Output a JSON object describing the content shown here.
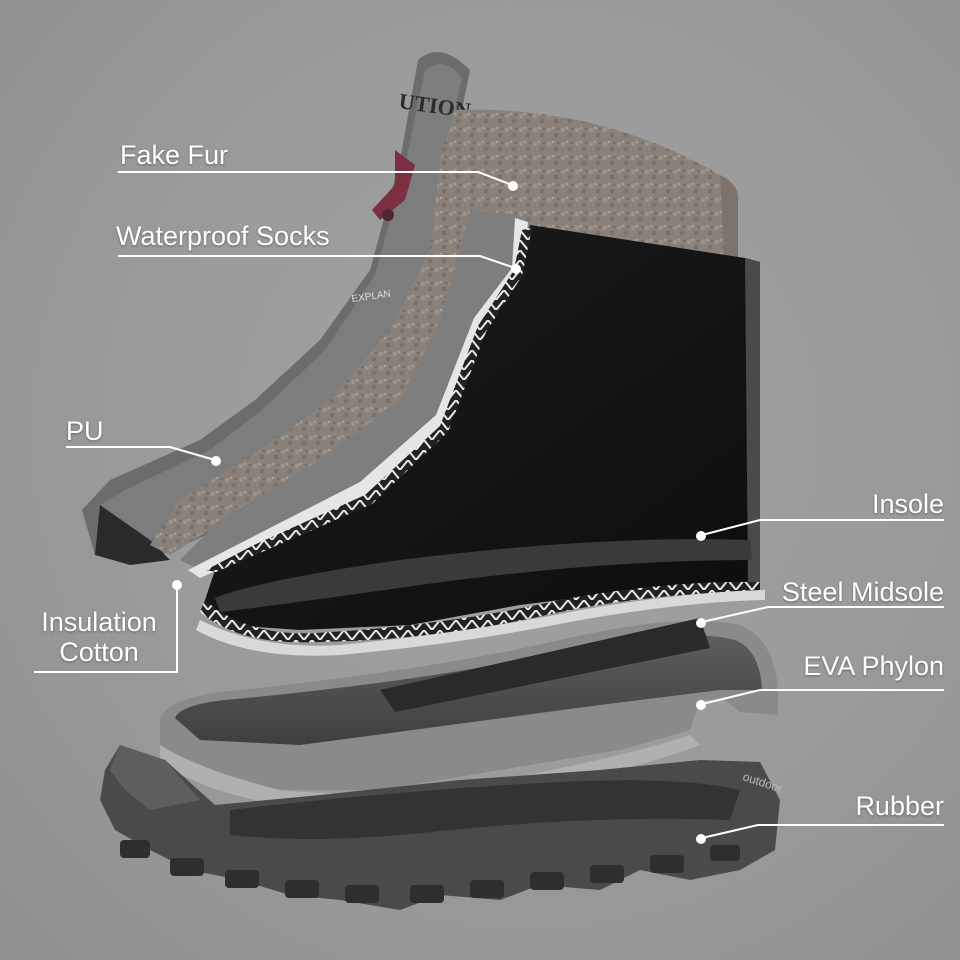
{
  "colors": {
    "background": "#999999",
    "callout_line": "#ffffff",
    "label_text": "#ffffff"
  },
  "labels": {
    "fake_fur": "Fake Fur",
    "waterproof_socks": "Waterproof Socks",
    "pu": "PU",
    "insulation_cotton": "Insulation\nCotton",
    "insole": "Insole",
    "steel_midsole": "Steel Midsole",
    "eva_phylon": "EVA Phylon",
    "rubber": "Rubber"
  },
  "brand": {
    "collar_text": "UTION",
    "tongue_text": "EXPLAN",
    "outsole_text": "outdoor"
  }
}
